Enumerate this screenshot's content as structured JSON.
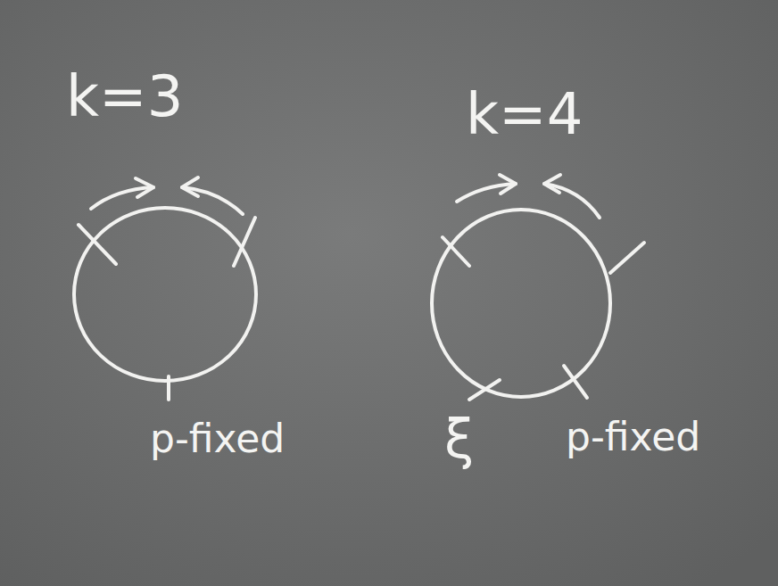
{
  "diagram": {
    "labels": [
      "k=3",
      "k=4",
      "p-fixed",
      "ξ",
      "p-fixed"
    ]
  }
}
